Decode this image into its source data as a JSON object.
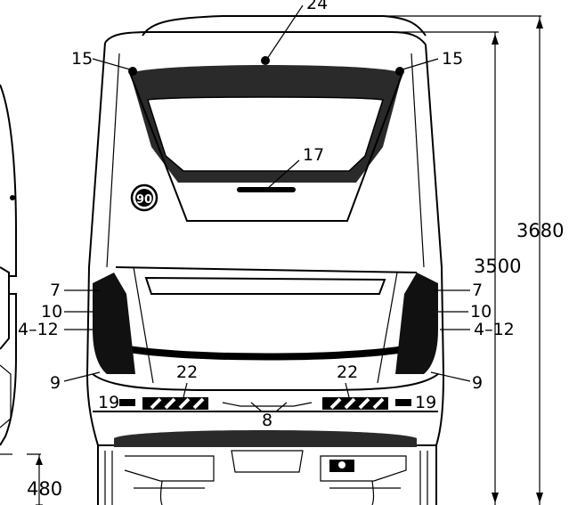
{
  "drawing": {
    "callouts": {
      "c24": "24",
      "c15_left": "15",
      "c15_right": "15",
      "c17": "17",
      "c7_left": "7",
      "c7_right": "7",
      "c10_left": "10",
      "c10_right": "10",
      "c4_12_left": "4–12",
      "c4_12_right": "4–12",
      "c9_left": "9",
      "c9_right": "9",
      "c22_left": "22",
      "c22_right": "22",
      "c19_left": "19",
      "c19_right": "19",
      "c8": "8"
    },
    "dimensions": {
      "height_total": "3680",
      "height_body": "3500",
      "ground_clearance": "480"
    },
    "badge": "90"
  }
}
